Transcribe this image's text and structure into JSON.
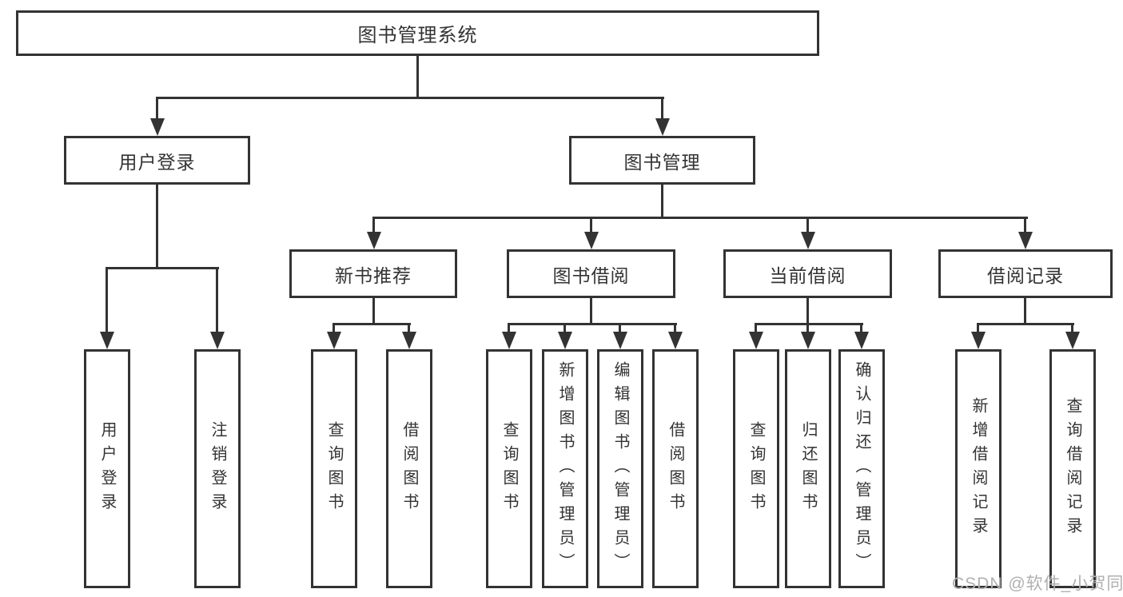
{
  "colors": {
    "line_color": "#333333",
    "text_color": "#333333",
    "box_fill": "#ffffff",
    "background_color": "#ffffff",
    "watermark_color": "#b0b0b0"
  },
  "watermark": {
    "text": "CSDN @软件_小贺同学"
  },
  "tree": {
    "label": "图书管理系统",
    "children": [
      {
        "label": "用户登录",
        "children": [
          {
            "label": "用户登录"
          },
          {
            "label": "注销登录"
          }
        ]
      },
      {
        "label": "图书管理",
        "children": [
          {
            "label": "新书推荐",
            "children": [
              {
                "label": "查询图书"
              },
              {
                "label": "借阅图书"
              }
            ]
          },
          {
            "label": "图书借阅",
            "children": [
              {
                "label": "查询图书"
              },
              {
                "label": "新增图书（管理员）"
              },
              {
                "label": "编辑图书（管理员）"
              },
              {
                "label": "借阅图书"
              }
            ]
          },
          {
            "label": "当前借阅",
            "children": [
              {
                "label": "查询图书"
              },
              {
                "label": "归还图书"
              },
              {
                "label": "确认归还（管理员）"
              }
            ]
          },
          {
            "label": "借阅记录",
            "children": [
              {
                "label": "新增借阅记录"
              },
              {
                "label": "查询借阅记录"
              }
            ]
          }
        ]
      }
    ]
  }
}
